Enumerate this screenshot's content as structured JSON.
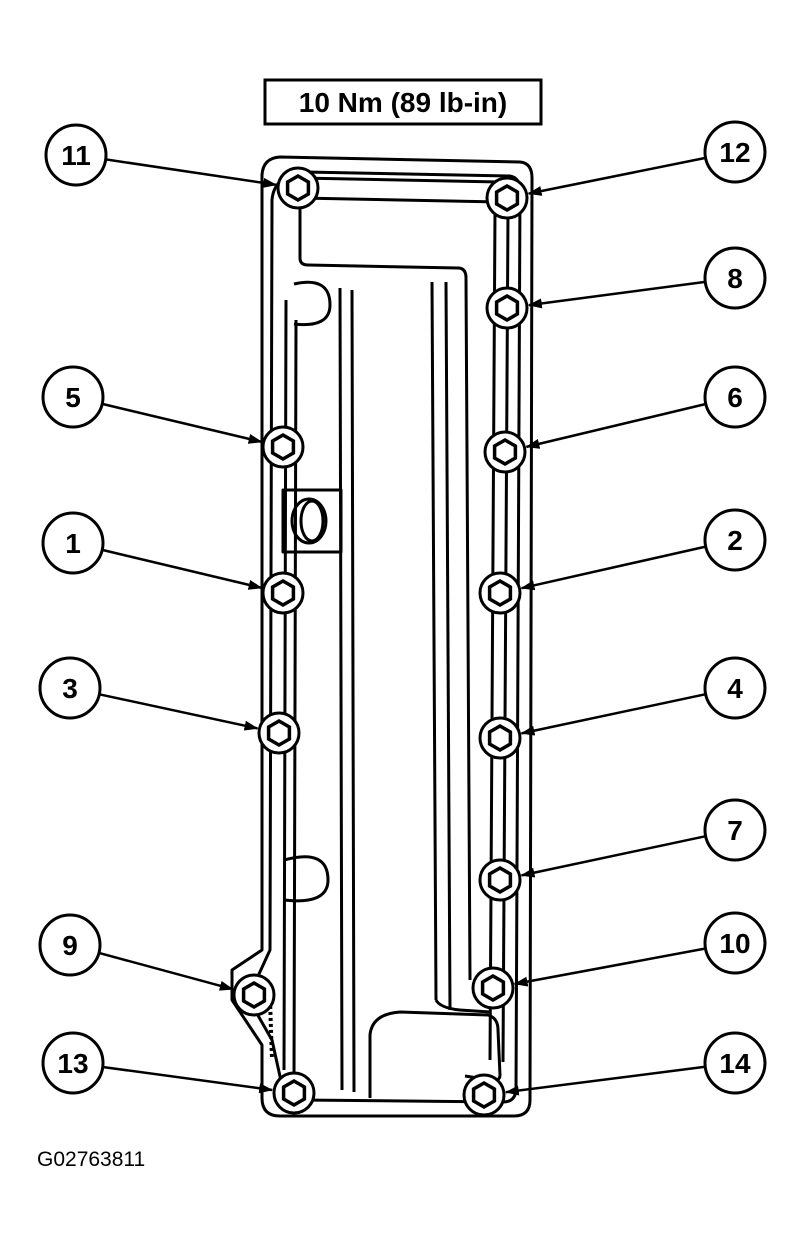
{
  "torque_spec": "10 Nm (89 lb-in)",
  "figure_id": "G02763811",
  "colors": {
    "line": "#000000",
    "background": "#ffffff"
  },
  "bolts": [
    {
      "label": "11",
      "icon": "bolt-head-icon"
    },
    {
      "label": "12",
      "icon": "bolt-head-icon"
    },
    {
      "label": "8",
      "icon": "bolt-head-icon"
    },
    {
      "label": "5",
      "icon": "bolt-head-icon"
    },
    {
      "label": "6",
      "icon": "bolt-head-icon"
    },
    {
      "label": "1",
      "icon": "bolt-head-icon"
    },
    {
      "label": "2",
      "icon": "bolt-head-icon"
    },
    {
      "label": "3",
      "icon": "bolt-head-icon"
    },
    {
      "label": "4",
      "icon": "bolt-head-icon"
    },
    {
      "label": "7",
      "icon": "bolt-head-icon"
    },
    {
      "label": "9",
      "icon": "bolt-head-icon"
    },
    {
      "label": "10",
      "icon": "bolt-head-icon"
    },
    {
      "label": "13",
      "icon": "bolt-head-icon"
    },
    {
      "label": "14",
      "icon": "bolt-head-icon"
    }
  ]
}
